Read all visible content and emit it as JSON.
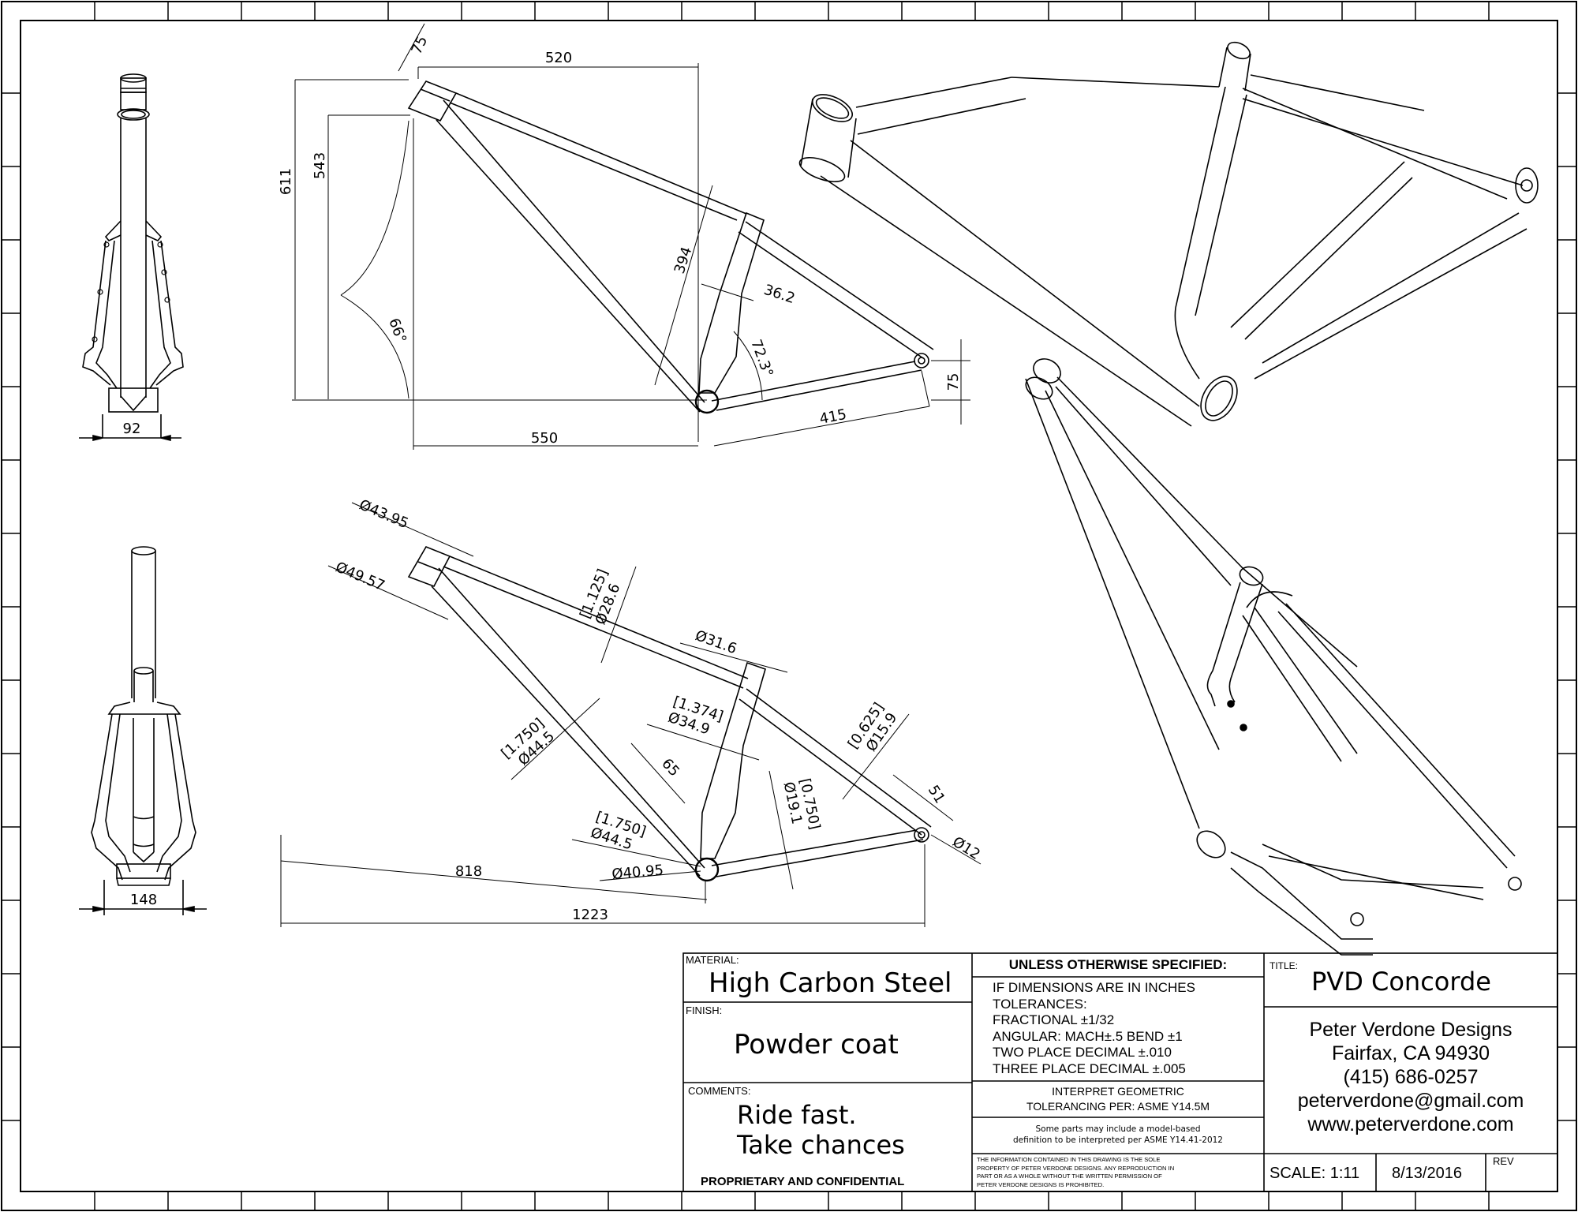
{
  "drawing": {
    "title": "PVD Concorde",
    "views": {
      "front_view": {
        "dims": [
          "92"
        ]
      },
      "rear_view": {
        "dims": [
          "148"
        ]
      },
      "geometry_view": {
        "dims": {
          "head_tube_length": "75",
          "effective_top_tube": "520",
          "stack": "611",
          "head_tube_top_height": "543",
          "head_angle": "66°",
          "seat_tube_length": "394",
          "seat_tube_offset": "36.2",
          "seat_angle": "72.3°",
          "chainstay": "415",
          "bb_drop": "75",
          "front_center": "550"
        }
      },
      "tubing_view": {
        "dims": {
          "head_tube_upper_od": "Ø43.95",
          "head_tube_lower_od": "Ø49.57",
          "top_tube_in": "[1.125]",
          "top_tube_mm": "Ø28.6",
          "seatpost": "Ø31.6",
          "down_tube_in": "[1.750]",
          "down_tube_mm": "Ø44.5",
          "seat_tube_in": "[1.374]",
          "seat_tube_mm": "Ø34.9",
          "bottle_mount_spacing": "65",
          "down_tube_lower_in": "[1.750]",
          "down_tube_lower_mm": "Ø44.5",
          "chainstay_in": "[0.750]",
          "chainstay_mm": "Ø19.1",
          "seatstay_in": "[0.625]",
          "seatstay_mm": "Ø15.9",
          "dropout_offset": "51",
          "axle": "Ø12",
          "bb_shell": "Ø40.95",
          "head_to_bb": "818",
          "wheelbase": "1223"
        }
      }
    }
  },
  "title_block": {
    "material_label": "MATERIAL:",
    "material": "High Carbon Steel",
    "finish_label": "FINISH:",
    "finish": "Powder coat",
    "comments_label": "COMMENTS:",
    "comments_line1": "Ride fast.",
    "comments_line2": "Take chances",
    "proprietary": "PROPRIETARY AND CONFIDENTIAL",
    "unless_specified": "UNLESS OTHERWISE SPECIFIED:",
    "tolerances": [
      "IF DIMENSIONS ARE IN INCHES",
      "TOLERANCES:",
      "FRACTIONAL ±1/32",
      "ANGULAR: MACH±.5   BEND ±1",
      "TWO PLACE DECIMAL    ±.010",
      "THREE PLACE DECIMAL  ±.005"
    ],
    "gdt_line1": "INTERPRET GEOMETRIC",
    "gdt_line2": "TOLERANCING PER: ASME Y14.5M",
    "mbd_line1": "Some parts may include a model-based",
    "mbd_line2": "definition to be interpreted per ASME Y14.41-2012",
    "notice": [
      "THE INFORMATION CONTAINED IN THIS DRAWING IS THE SOLE",
      "PROPERTY OF PETER VERDONE DESIGNS.  ANY  REPRODUCTION IN",
      "PART OR AS A WHOLE WITHOUT THE WRITTEN PERMISSION OF",
      "PETER VERDONE DESIGNS IS PROHIBITED."
    ],
    "title_label": "TITLE:",
    "title": "PVD Concorde",
    "company": [
      "Peter Verdone Designs",
      "Fairfax, CA 94930",
      "(415) 686-0257",
      "peterverdone@gmail.com",
      "www.peterverdone.com"
    ],
    "scale": "SCALE: 1:11",
    "date": "8/13/2016",
    "rev_label": "REV"
  }
}
